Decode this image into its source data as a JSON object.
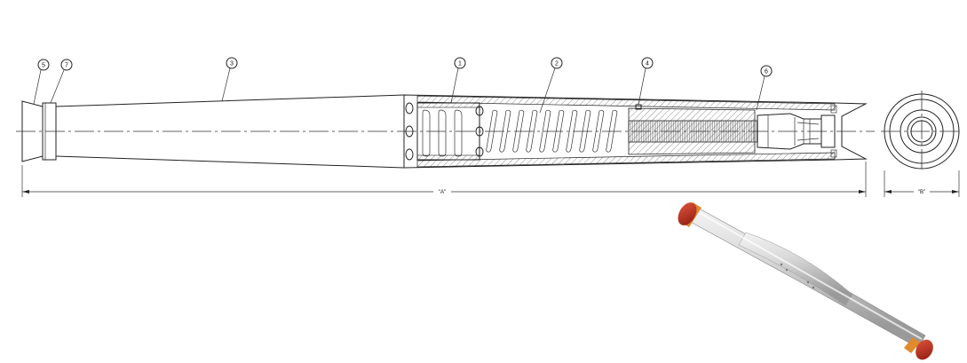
{
  "drawing": {
    "callouts": [
      {
        "id": "c5",
        "label": "5"
      },
      {
        "id": "c7",
        "label": "7"
      },
      {
        "id": "c3",
        "label": "3"
      },
      {
        "id": "c1",
        "label": "1"
      },
      {
        "id": "c2",
        "label": "2"
      },
      {
        "id": "c4",
        "label": "4"
      },
      {
        "id": "c6",
        "label": "6"
      }
    ],
    "dimensions": {
      "length_label": "\"A\"",
      "diameter_label": "\"B\""
    },
    "colors": {
      "line": "#222222",
      "end_cap": "#c0392b",
      "band": "#e08a2c",
      "body": "#d9d9d9"
    }
  }
}
